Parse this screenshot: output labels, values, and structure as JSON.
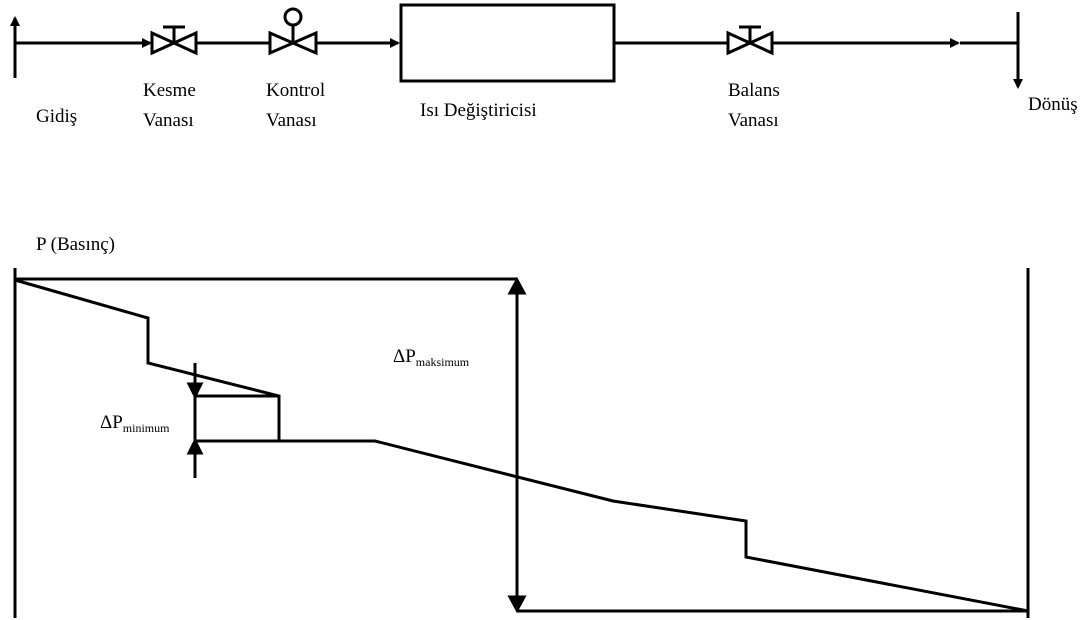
{
  "top_diagram": {
    "supply_label": "Gidiş",
    "shutoff_valve": [
      "Kesme",
      "Vanası"
    ],
    "control_valve": [
      "Kontrol",
      "Vanası"
    ],
    "heat_exchanger": "Isı Değiştiricisi",
    "balance_valve": [
      "Balans",
      "Vanası"
    ],
    "return_label": "Dönüş"
  },
  "pressure_diagram": {
    "axis_label": "P (Basınç)",
    "delta_symbol": "ΔP",
    "dp_max_subscript": "maksimum",
    "dp_min_subscript": "minimum"
  }
}
